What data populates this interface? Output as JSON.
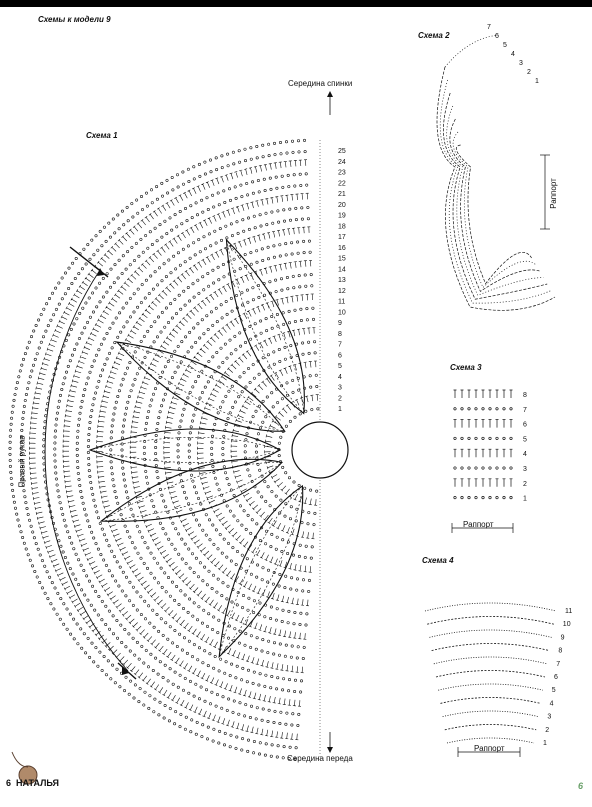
{
  "header": {
    "page_title": "Схемы к модели 9"
  },
  "schemes": {
    "s1": {
      "title": "Схема 1",
      "back_label": "Середина спинки",
      "front_label": "Середина переда",
      "sleeve_label": "Правый рукав",
      "rows": [
        "25",
        "24",
        "23",
        "22",
        "21",
        "20",
        "19",
        "18",
        "17",
        "16",
        "15",
        "14",
        "13",
        "12",
        "11",
        "10",
        "9",
        "8",
        "7",
        "6",
        "5",
        "4",
        "3",
        "2",
        "1"
      ]
    },
    "s2": {
      "title": "Схема 2",
      "rapport": "Раппорт",
      "rows": [
        "7",
        "6",
        "5",
        "4",
        "3",
        "2",
        "1"
      ]
    },
    "s3": {
      "title": "Схема 3",
      "rapport": "Раппорт",
      "rows": [
        "8",
        "7",
        "6",
        "5",
        "4",
        "3",
        "2",
        "1"
      ]
    },
    "s4": {
      "title": "Схема 4",
      "rapport": "Раппорт",
      "rows": [
        "11",
        "10",
        "9",
        "8",
        "7",
        "6",
        "5",
        "4",
        "3",
        "2",
        "1"
      ]
    }
  },
  "footer": {
    "page_number_left": "6",
    "magazine": "НАТАЛЬЯ",
    "page_number_right": "6"
  },
  "colors": {
    "ink": "#111111",
    "watermark": "#9ccc9c"
  }
}
